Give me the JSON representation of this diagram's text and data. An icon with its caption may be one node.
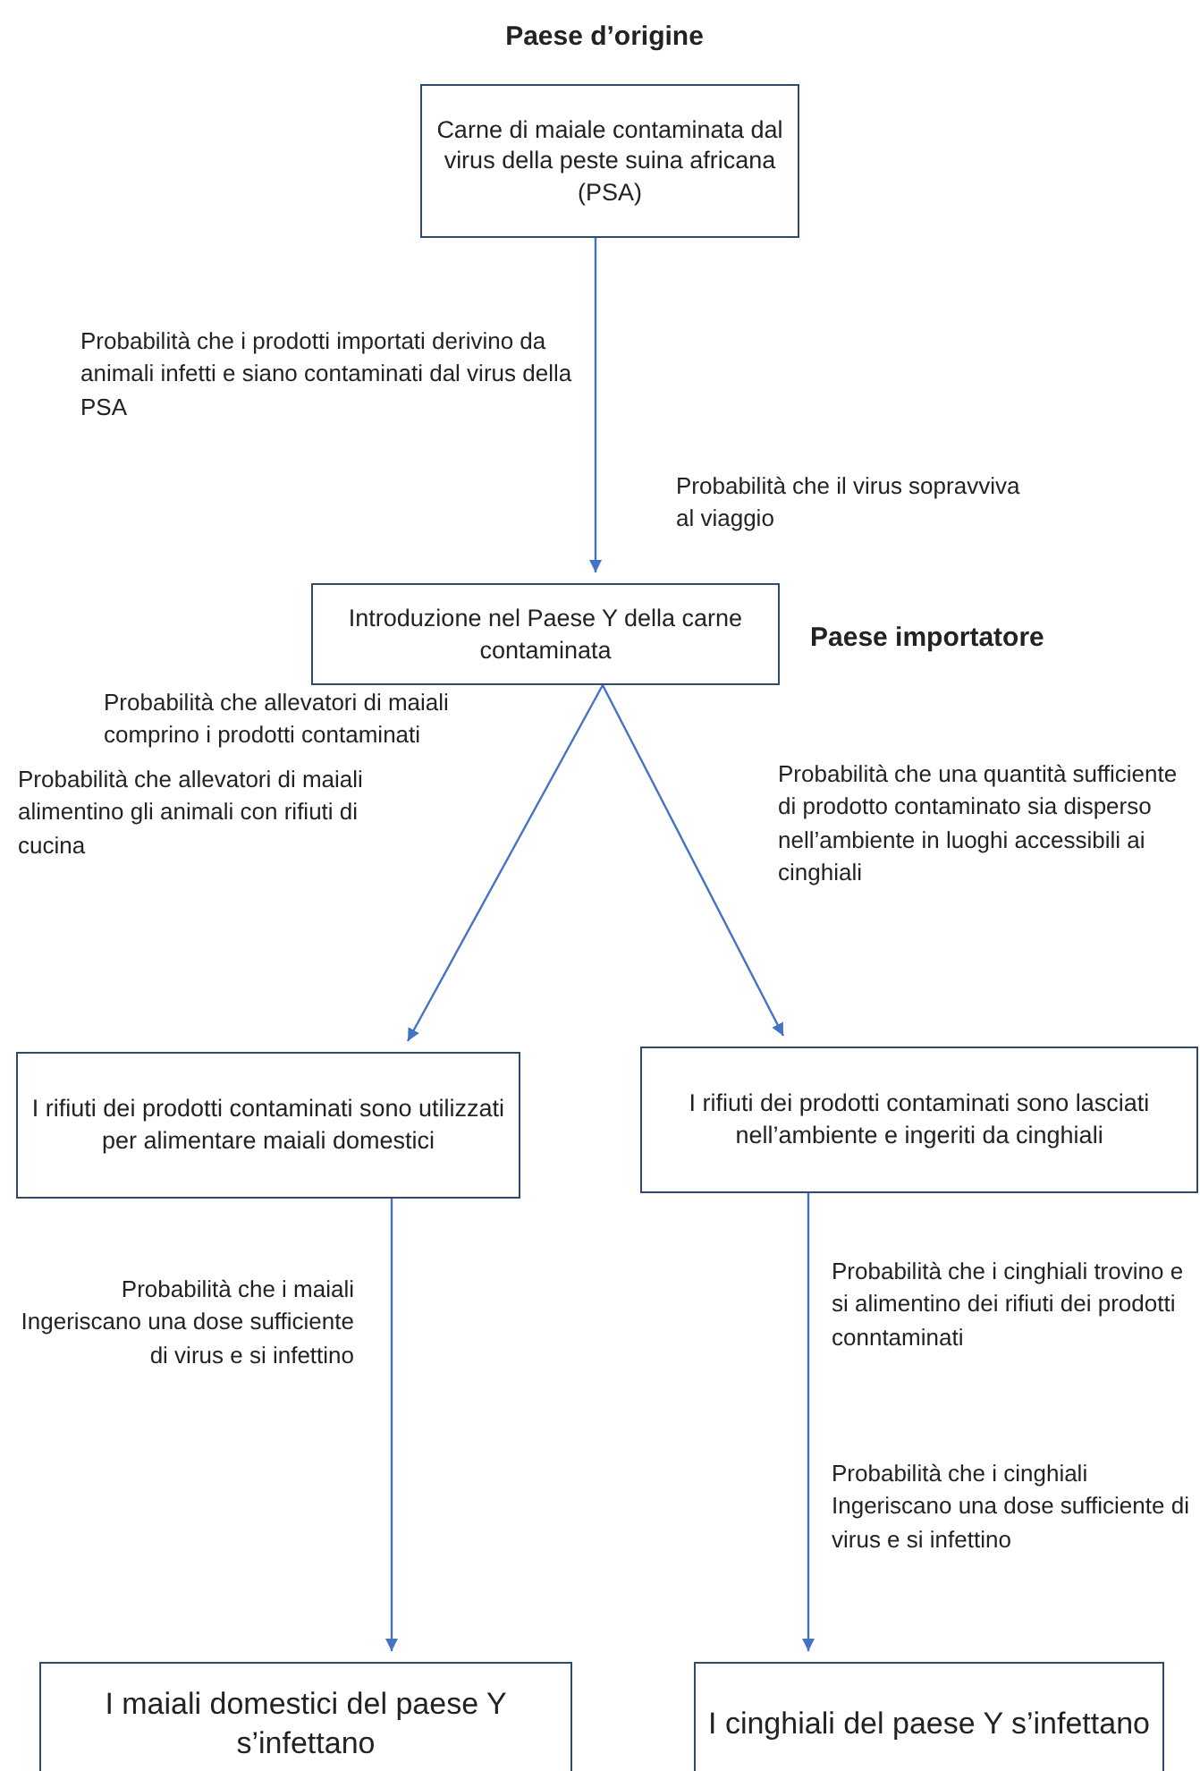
{
  "diagram": {
    "nodes": [
      {
        "text": [
          "Carne di maiale contaminata dal virus della peste suina africana (PSA)"
        ]
      },
      {
        "text": [
          "Introduzione nel Paese Y della carne contaminata"
        ]
      },
      {
        "text": [
          "I rifiuti dei prodotti contaminati sono utilizzati per alimentare maiali domestici"
        ]
      },
      {
        "text": [
          "I rifiuti dei prodotti contaminati sono lasciati nell’ambiente e ingeriti da cinghiali"
        ]
      },
      {
        "text": [
          "I maiali domestici del paese Y s’infettano"
        ]
      },
      {
        "text": [
          "I cinghiali del paese Y s’infettano"
        ]
      }
    ],
    "edges": [
      {
        "from": 0,
        "to": 1,
        "arrow": "to"
      },
      {
        "from": 1,
        "to": 2,
        "arrow": "to"
      },
      {
        "from": 1,
        "to": 3,
        "arrow": "to"
      },
      {
        "from": 2,
        "to": 4,
        "arrow": "to"
      },
      {
        "from": 3,
        "to": 5,
        "arrow": "to"
      }
    ],
    "labels": [
      "Paese d’origine",
      "Probabilità che i prodotti importati derivino da animali infetti e siano contaminati dal virus della PSA",
      "Probabilità che il virus sopravviva al viaggio",
      "Paese importatore",
      "Probabilità che allevatori di maiali comprino i prodotti contaminati",
      "Probabilità che una quantità sufficiente di prodotto contaminato sia disperso nell’ambiente in luoghi accessibili ai cinghiali",
      "Probabilità che allevatori di maiali alimentino gli animali con rifiuti di cucina",
      "Probabilità che i maiali Ingeriscano una dose sufficiente di virus e si infettino",
      "Probabilità che i cinghiali trovino e si alimentino dei rifiuti dei prodotti conntaminati",
      "Probabilità che i cinghiali Ingeriscano una dose sufficiente di virus e si infettino"
    ]
  }
}
